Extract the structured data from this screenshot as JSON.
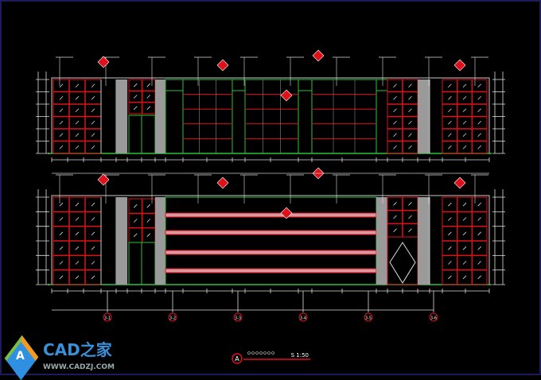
{
  "drawing": {
    "type": "cad-elevation",
    "colors": {
      "background": "#000000",
      "outline": "#c8c8c8",
      "cabinet": "#e0101a",
      "wall": "#2fbf3a",
      "panel": "#9a9a9a",
      "band": "#d89aa0",
      "frame": "#1c1c5a"
    },
    "axes": [
      "3-1",
      "3-2",
      "3-3",
      "3-4",
      "3-5",
      "3-6"
    ],
    "title_block": {
      "symbol": "A",
      "scale": "S 1:50"
    }
  },
  "watermark": {
    "brand": "CAD之家",
    "url": "WWW.CADZJ.COM",
    "icon_letter": "A"
  }
}
